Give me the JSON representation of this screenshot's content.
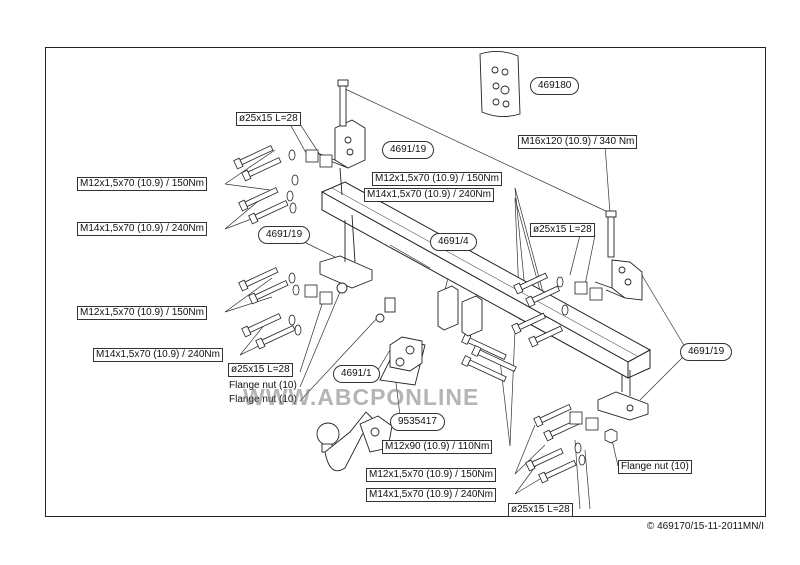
{
  "parts": {
    "kit": "469180",
    "bracket_top_left": "4691/19",
    "bracket_mid_left": "4691/19",
    "bracket_right": "4691/19",
    "crossbar": "4691/4",
    "neck": "4691/1",
    "socket": "9535417"
  },
  "fasteners": {
    "spacer_top_left": "ø25x15 L=28",
    "bolt_top_1": "M12x1,5x70 (10.9) / 150Nm",
    "bolt_top_2": "M14x1,5x70 (10.9) / 240Nm",
    "bolt_mid_1": "M12x1,5x70 (10.9) / 150Nm",
    "bolt_mid_2": "M14x1,5x70 (10.9) / 240Nm",
    "spacer_mid_left": "ø25x15 L=28",
    "flange_nut_left_1": "Flange nut (10)",
    "flange_nut_left_2": "Flange nut (10)",
    "bolt_center_1": "M12x1,5x70 (10.9) / 150Nm",
    "bolt_center_2": "M14x1,5x70 (10.9) / 240Nm",
    "spacer_right": "ø25x15 L=28",
    "pin_bolt": "M16x120 (10.9) / 340 Nm",
    "bolt_neck": "M12x90 (10.9) / 110Nm",
    "bolt_bottom_1": "M12x1,5x70 (10.9) / 150Nm",
    "bolt_bottom_2": "M14x1,5x70 (10.9) / 240Nm",
    "spacer_bottom": "ø25x15 L=28",
    "flange_nut_right": "Flange nut (10)"
  },
  "watermark": "WWW.ABCPONLINE",
  "footer": "© 469170/15-11-2011MN/I"
}
